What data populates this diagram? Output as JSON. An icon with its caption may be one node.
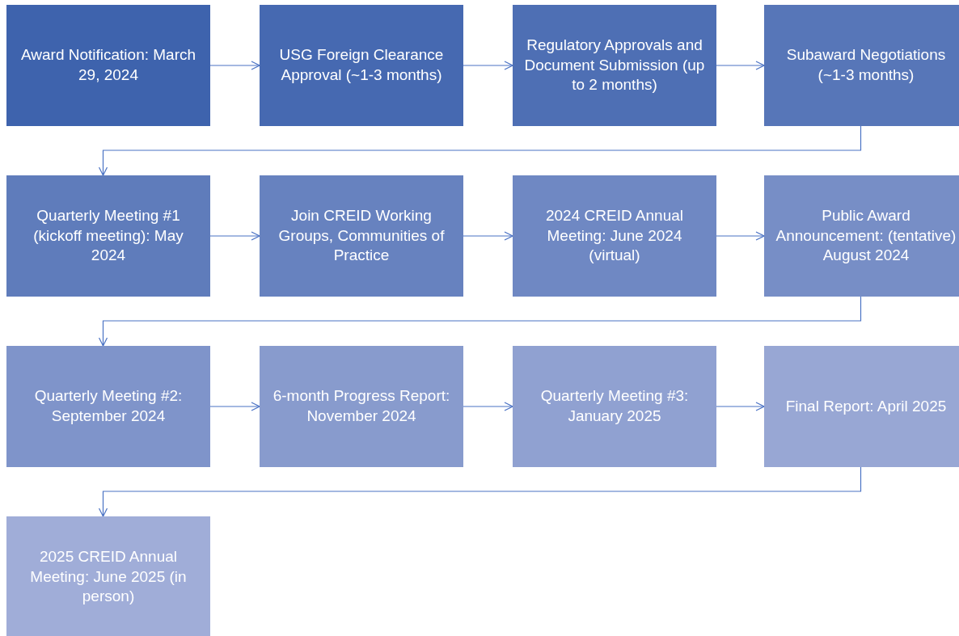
{
  "diagram": {
    "nodes": [
      {
        "text": [
          "Award Notification: March 29, 2024"
        ]
      },
      {
        "text": [
          "USG Foreign Clearance Approval (~1-3 months)"
        ]
      },
      {
        "text": [
          "Regulatory Approvals and Document Submission (up to 2 months)"
        ]
      },
      {
        "text": [
          "Subaward Negotiations (~1-3 months)"
        ]
      },
      {
        "text": [
          "Quarterly Meeting #1 (kickoff meeting): May 2024"
        ]
      },
      {
        "text": [
          "Join CREID Working Groups, Communities of Practice"
        ]
      },
      {
        "text": [
          "2024 CREID Annual Meeting: June 2024 (virtual)"
        ]
      },
      {
        "text": [
          "Public Award Announcement: (tentative) August 2024"
        ]
      },
      {
        "text": [
          "Quarterly Meeting #2: September 2024"
        ]
      },
      {
        "text": [
          "6-month Progress Report: November 2024"
        ]
      },
      {
        "text": [
          "Quarterly Meeting #3: January 2025"
        ]
      },
      {
        "text": [
          "Final Report: April 2025"
        ]
      },
      {
        "text": [
          "2025 CREID Annual Meeting: June 2025 (in person)"
        ]
      }
    ],
    "edges": [
      {
        "from": 0,
        "to": 1,
        "arrow": "to"
      },
      {
        "from": 1,
        "to": 2,
        "arrow": "to"
      },
      {
        "from": 2,
        "to": 3,
        "arrow": "to"
      },
      {
        "from": 3,
        "to": 4,
        "arrow": "to"
      },
      {
        "from": 4,
        "to": 5,
        "arrow": "to"
      },
      {
        "from": 5,
        "to": 6,
        "arrow": "to"
      },
      {
        "from": 6,
        "to": 7,
        "arrow": "to"
      },
      {
        "from": 7,
        "to": 8,
        "arrow": "to"
      },
      {
        "from": 8,
        "to": 9,
        "arrow": "to"
      },
      {
        "from": 9,
        "to": 10,
        "arrow": "to"
      },
      {
        "from": 10,
        "to": 11,
        "arrow": "to"
      },
      {
        "from": 11,
        "to": 12,
        "arrow": "to"
      }
    ]
  }
}
